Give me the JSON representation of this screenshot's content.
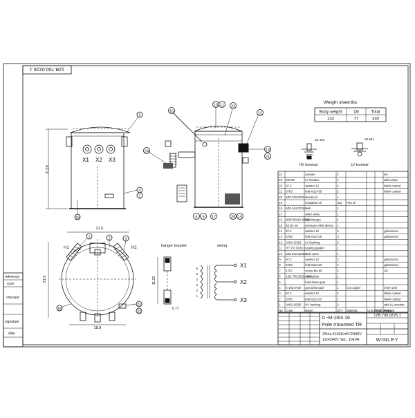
{
  "drawing_no": "1ZB.700.0Z26.1",
  "weight_sheet": {
    "title": "Weight sheet:lbs",
    "headers": [
      "Body weight",
      "Oil",
      "Total"
    ],
    "values": [
      "132",
      "77",
      "330"
    ]
  },
  "terminals": {
    "hv_label": "HV terminal",
    "hv_size": "ø0.433",
    "lv_label": "LV terminal",
    "lv_size": "ø0.551"
  },
  "front_view": {
    "bushings": [
      "X1",
      "X2",
      "X3"
    ],
    "height": "42.3",
    "balloons": [
      "5",
      "4",
      "1",
      "18"
    ]
  },
  "side_view": {
    "balloons": [
      "16",
      "10",
      "11",
      "23",
      "12",
      "24",
      "13",
      "21",
      "6",
      "9",
      "17",
      "20",
      "19"
    ]
  },
  "top_view": {
    "width": "21.6",
    "depth": "21.9",
    "bottom": "18.9",
    "hv_marks": [
      "H1",
      "H2"
    ],
    "balloons": [
      "1",
      "2",
      "3",
      "15",
      "21",
      "22"
    ]
  },
  "hanger": {
    "title": "hanger bracket",
    "dim1": "11.22",
    "dim2": "0.71"
  },
  "wiring": {
    "title": "wiring",
    "outputs": [
      "X1",
      "X2",
      "X3"
    ],
    "taps": [
      "6",
      "5",
      "4",
      "3",
      "2",
      "1"
    ]
  },
  "bom": {
    "headers": [
      "No",
      "Code",
      "Name",
      "QTY",
      "Material",
      "Unit weight",
      "Total weight",
      "Remark"
    ],
    "rows": [
      [
        "24",
        "",
        "arrester",
        "2",
        "",
        "",
        "",
        "/kv"
      ],
      [
        "23",
        "MCCB",
        "LV breaker",
        "1",
        "",
        "",
        "",
        "with Lamp"
      ],
      [
        "22",
        "97.2",
        "washer 12",
        "4",
        "",
        "",
        "",
        "black coated"
      ],
      [
        "21",
        "5783",
        "bolt M12×35",
        "2",
        "",
        "",
        "",
        "black coated"
      ],
      [
        "20",
        "5Z8.700.0Z26.1",
        "core&coil",
        "1",
        "",
        "",
        "",
        ""
      ],
      [
        "19",
        "",
        "insulation oil",
        "(11)",
        "F83 oil",
        "",
        "",
        ""
      ],
      [
        "18",
        "5Z8.144.0Z26.1",
        "tank",
        "1",
        "",
        "",
        "",
        ""
      ],
      [
        "17",
        "",
        "drain valve",
        "1",
        "",
        "",
        "",
        ""
      ],
      [
        "16",
        "WSPM0/15-4K505",
        "tap changer",
        "1",
        "",
        "",
        "",
        ""
      ],
      [
        "15",
        "E01/4-18",
        "pressure relief device",
        "1",
        "",
        "",
        "",
        ""
      ],
      [
        "14",
        "97.2",
        "washer 12",
        "3",
        "",
        "",
        "",
        "galvanized"
      ],
      [
        "13",
        "5783",
        "bolt M12×25",
        "3",
        "",
        "",
        "",
        "galvanized"
      ],
      [
        "12",
        "ANSI-1/315",
        "LV bushing",
        "3",
        "",
        "",
        "",
        ""
      ],
      [
        "11",
        "HT.370.0Z26.1",
        "sealing gasket",
        "1",
        "",
        "",
        "",
        ""
      ],
      [
        "10",
        "5Z8.312.0Z26.1",
        "tank cover",
        "1",
        "",
        "",
        "",
        ""
      ],
      [
        "9",
        "97.2",
        "washer 12",
        "2",
        "",
        "",
        "",
        "galvanized"
      ],
      [
        "8",
        "5783",
        "bolt M12×30",
        "2",
        "",
        "",
        "",
        "galvanized"
      ],
      [
        "7",
        "1767",
        "screw M4.86",
        "2",
        "",
        "",
        "",
        "SS"
      ],
      [
        "6",
        "1ZB.700.0Z26.1MP",
        "nameplate",
        "1",
        "",
        "",
        "",
        ""
      ],
      [
        "5",
        "",
        "hold down gear",
        "1",
        "",
        "",
        "",
        ""
      ],
      [
        "4",
        "4-168.8×30",
        "grounded pad",
        "1",
        "0.3 copper",
        "",
        "",
        "inner tank"
      ],
      [
        "3",
        "97.2",
        "washer 12",
        "2",
        "",
        "",
        "",
        "black coated"
      ],
      [
        "2",
        "5783",
        "bolt M12×20",
        "2",
        "",
        "",
        "",
        "black coated"
      ],
      [
        "1",
        "ANSI-15/50",
        "HV bushing",
        "2",
        "",
        "",
        "",
        "with LV arrester"
      ]
    ]
  },
  "title_block": {
    "model": "D -M-10/4.16",
    "name": "Pole mounted TR",
    "spec1": "25Hz,4160GrdY/2400V",
    "spec2": "120/240V Sec. 10kVA",
    "drawing_no": "1ZB.700.0Z26.1",
    "company": "WINLEY"
  },
  "left_strip": [
    "reference",
    "scan",
    "checked",
    "signature",
    "date"
  ]
}
